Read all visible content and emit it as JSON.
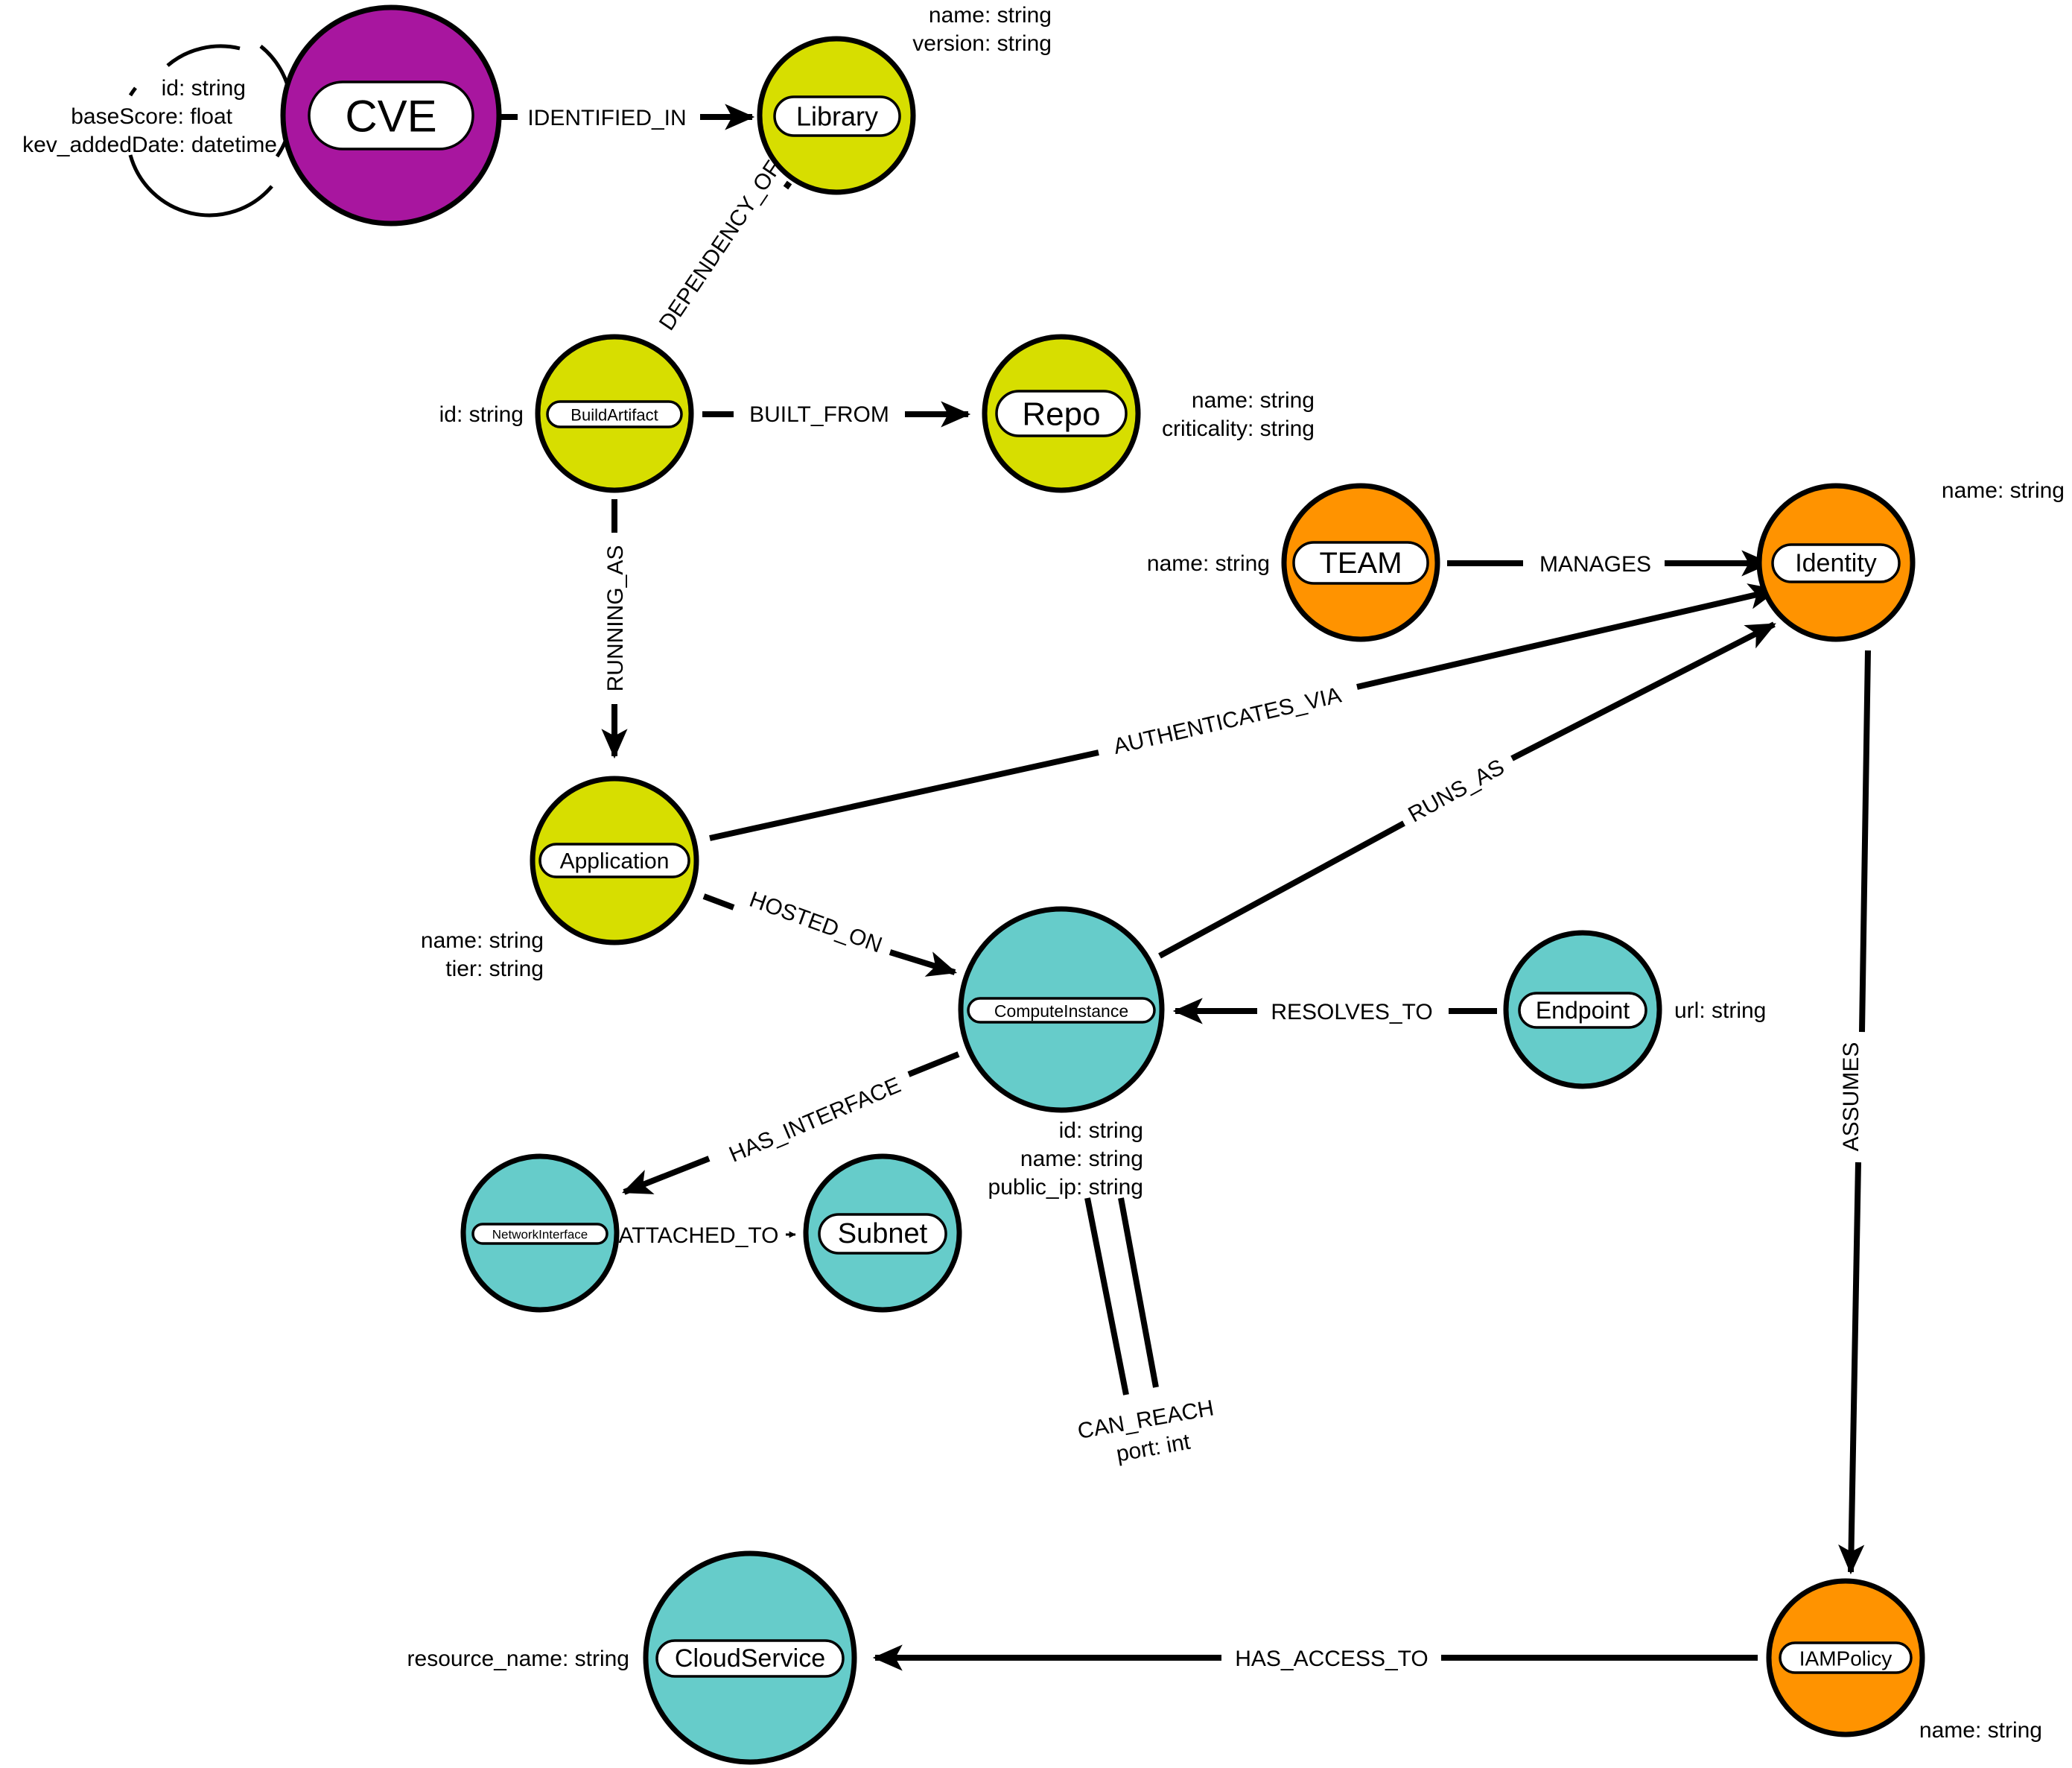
{
  "colors": {
    "vulnerability": "#A8169F",
    "software": "#D7DE00",
    "identity": "#FF9300",
    "infrastructure": "#66CCCA"
  },
  "nodes": {
    "cve": {
      "label": "CVE",
      "color": "#A8169F",
      "props": [
        "id: string",
        "baseScore: float",
        "kev_addedDate: datetime"
      ]
    },
    "library": {
      "label": "Library",
      "color": "#D7DE00",
      "props": [
        "name: string",
        "version: string"
      ]
    },
    "build_artifact": {
      "label": "BuildArtifact",
      "color": "#D7DE00",
      "props": [
        "id: string"
      ]
    },
    "repo": {
      "label": "Repo",
      "color": "#D7DE00",
      "props": [
        "name: string",
        "criticality: string"
      ]
    },
    "application": {
      "label": "Application",
      "color": "#D7DE00",
      "props": [
        "name: string",
        "tier: string"
      ]
    },
    "team": {
      "label": "TEAM",
      "color": "#FF9300",
      "props": [
        "name: string"
      ]
    },
    "identity": {
      "label": "Identity",
      "color": "#FF9300",
      "props": [
        "name: string"
      ]
    },
    "iam_policy": {
      "label": "IAMPolicy",
      "color": "#FF9300",
      "props": [
        "name: string"
      ]
    },
    "compute_instance": {
      "label": "ComputeInstance",
      "color": "#66CCCA",
      "props": [
        "id: string",
        "name: string",
        "public_ip: string"
      ]
    },
    "endpoint": {
      "label": "Endpoint",
      "color": "#66CCCA",
      "props": [
        "url: string"
      ]
    },
    "network_interface": {
      "label": "NetworkInterface",
      "color": "#66CCCA",
      "props": []
    },
    "subnet": {
      "label": "Subnet",
      "color": "#66CCCA",
      "props": []
    },
    "cloud_service": {
      "label": "CloudService",
      "color": "#66CCCA",
      "props": [
        "resource_name: string"
      ]
    }
  },
  "edges": {
    "identified_in": "IDENTIFIED_IN",
    "dependency_of": "DEPENDENCY_OF",
    "built_from": "BUILT_FROM",
    "running_as": "RUNNING_AS",
    "manages": "MANAGES",
    "authenticates_via": "AUTHENTICATES_VIA",
    "runs_as": "RUNS_AS",
    "hosted_on": "HOSTED_ON",
    "resolves_to": "RESOLVES_TO",
    "has_interface": "HAS_INTERFACE",
    "attached_to": "ATTACHED_TO",
    "can_reach": "CAN_REACH",
    "can_reach_prop": "port: int",
    "assumes": "ASSUMES",
    "has_access_to": "HAS_ACCESS_TO"
  }
}
